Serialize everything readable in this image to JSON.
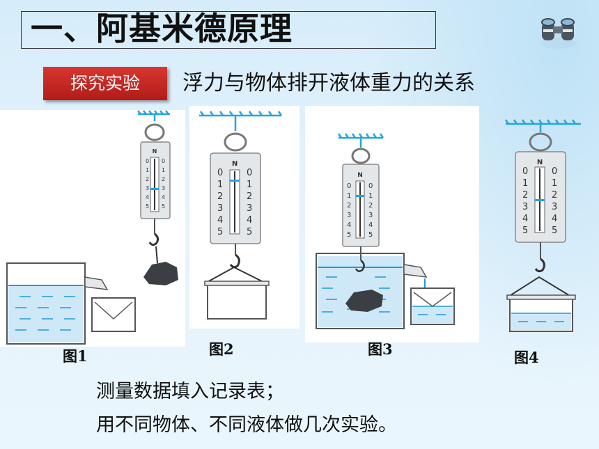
{
  "title": "一、阿基米德原理",
  "tag_label": "探究实验",
  "subtitle": "浮力与物体排开液体重力的关系",
  "figures": [
    {
      "label": "图1"
    },
    {
      "label": "图2"
    },
    {
      "label": "图3"
    },
    {
      "label": "图4"
    }
  ],
  "scale_unit": "N",
  "scale_ticks": [
    "0",
    "1",
    "2",
    "3",
    "4",
    "5"
  ],
  "notes": [
    "测量数据填入记录表；",
    "用不同物体、不同液体做几次实验。"
  ],
  "colors": {
    "water": "#9fd2ef",
    "water_dash": "#1e9ad8",
    "hook_blue": "#27a3dc",
    "tag_red": "#c42620"
  },
  "icons": [
    "binoculars-icon"
  ]
}
